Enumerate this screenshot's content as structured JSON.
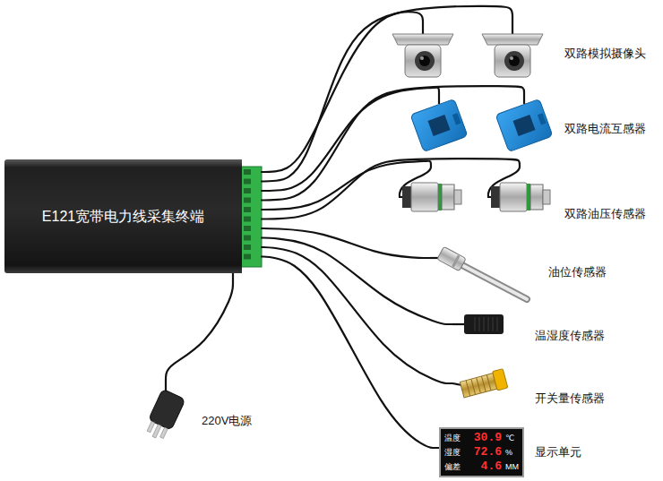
{
  "diagram": {
    "nodes": [
      {
        "text": [
          "E121宽带电力线采集终端"
        ]
      },
      {
        "text": [
          "双路模拟摄像头"
        ]
      },
      {
        "text": [
          "双路电流互感器"
        ]
      },
      {
        "text": [
          "双路油压传感器"
        ]
      },
      {
        "text": [
          "油位传感器"
        ]
      },
      {
        "text": [
          "温湿度传感器"
        ]
      },
      {
        "text": [
          "开关量传感器"
        ]
      },
      {
        "text": [
          "温度",
          "30.9",
          "℃",
          "湿度",
          "72.6",
          "%",
          "偏差",
          "4.6",
          "MM",
          "显示单元"
        ]
      },
      {
        "text": [
          "220V电源"
        ]
      }
    ],
    "edges": [
      {
        "from": 0,
        "to": 1,
        "arrow": "none"
      },
      {
        "from": 0,
        "to": 1,
        "arrow": "none"
      },
      {
        "from": 0,
        "to": 2,
        "arrow": "none"
      },
      {
        "from": 0,
        "to": 2,
        "arrow": "none"
      },
      {
        "from": 0,
        "to": 3,
        "arrow": "none"
      },
      {
        "from": 0,
        "to": 3,
        "arrow": "none"
      },
      {
        "from": 0,
        "to": 4,
        "arrow": "none"
      },
      {
        "from": 0,
        "to": 5,
        "arrow": "none"
      },
      {
        "from": 0,
        "to": 6,
        "arrow": "none"
      },
      {
        "from": 0,
        "to": 7,
        "arrow": "none"
      },
      {
        "from": 0,
        "to": 8,
        "arrow": "none"
      }
    ]
  }
}
